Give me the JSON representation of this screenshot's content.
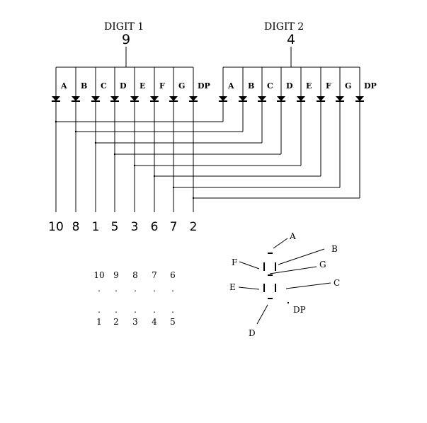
{
  "digit1": {
    "title": "DIGIT 1",
    "common_pin": "9",
    "segments": [
      "A",
      "B",
      "C",
      "D",
      "E",
      "F",
      "G",
      "DP"
    ]
  },
  "digit2": {
    "title": "DIGIT 2",
    "common_pin": "4",
    "segments": [
      "A",
      "B",
      "C",
      "D",
      "E",
      "F",
      "G",
      "DP"
    ]
  },
  "bottom_pins": [
    "10",
    "8",
    "1",
    "5",
    "3",
    "6",
    "7",
    "2"
  ],
  "pin_layout": {
    "top_row": [
      "10",
      "9",
      "8",
      "7",
      "6"
    ],
    "bottom_row": [
      "1",
      "2",
      "3",
      "4",
      "5"
    ],
    "dot": "."
  },
  "segment_legend": {
    "A": "A",
    "B": "B",
    "C": "C",
    "D": "D",
    "E": "E",
    "F": "F",
    "G": "G",
    "DP": "DP"
  }
}
